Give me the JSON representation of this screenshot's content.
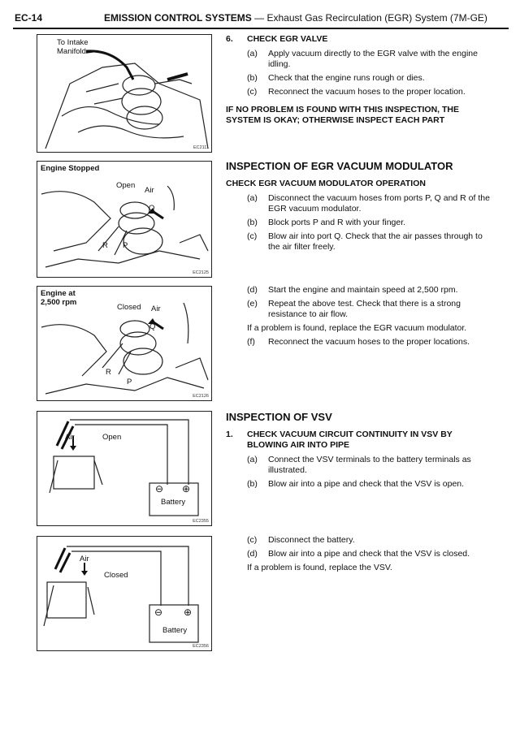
{
  "header": {
    "page_code": "EC-14",
    "section": "EMISSION CONTROL SYSTEMS",
    "dash": "—",
    "subsection": "Exhaust Gas Recirculation (EGR) System (7M-GE)"
  },
  "figures": [
    {
      "code": "EC2111",
      "labels": {
        "intake": "To Intake",
        "manifold": "Manifold"
      }
    },
    {
      "code": "EC2125",
      "title": "Engine Stopped",
      "labels": {
        "open": "Open",
        "air": "Air",
        "q": "Q",
        "r": "R",
        "p": "P"
      }
    },
    {
      "code": "EC2126",
      "title_line1": "Engine at",
      "title_line2": "2,500 rpm",
      "labels": {
        "closed": "Closed",
        "air": "Air",
        "q": "Q",
        "r": "R",
        "p": "P"
      }
    },
    {
      "code": "EC2355",
      "labels": {
        "air": "Air",
        "open": "Open",
        "minus": "⊖",
        "plus": "⊕",
        "battery": "Battery"
      }
    },
    {
      "code": "EC2356",
      "labels": {
        "air": "Air",
        "closed": "Closed",
        "minus": "⊖",
        "plus": "⊕",
        "battery": "Battery"
      }
    }
  ],
  "egr_valve": {
    "number": "6.",
    "title": "CHECK EGR VALVE",
    "steps": [
      {
        "m": "(a)",
        "t": "Apply vacuum directly to the EGR valve with the engine idling."
      },
      {
        "m": "(b)",
        "t": "Check that the engine runs rough or dies."
      },
      {
        "m": "(c)",
        "t": "Reconnect the vacuum hoses to the proper location."
      }
    ],
    "note": "IF NO PROBLEM IS FOUND WITH THIS INSPECTION, THE SYSTEM IS OKAY; OTHERWISE INSPECT EACH PART"
  },
  "modulator": {
    "heading": "INSPECTION OF EGR VACUUM MODULATOR",
    "subheading": "CHECK EGR VACUUM MODULATOR OPERATION",
    "steps1": [
      {
        "m": "(a)",
        "t": "Disconnect the vacuum hoses from ports P, Q and R of the EGR vacuum modulator."
      },
      {
        "m": "(b)",
        "t": "Block ports P and R with your finger."
      },
      {
        "m": "(c)",
        "t": "Blow air into port Q. Check that the air passes through to the air filter freely."
      }
    ],
    "steps2": [
      {
        "m": "(d)",
        "t": "Start the engine and maintain speed at 2,500 rpm."
      },
      {
        "m": "(e)",
        "t": "Repeat the above test. Check that there is a strong resistance to air flow."
      }
    ],
    "problem": "If a problem is found, replace the EGR vacuum modulator.",
    "step_f": {
      "m": "(f)",
      "t": "Reconnect the vacuum hoses to the proper locations."
    }
  },
  "vsv": {
    "heading": "INSPECTION OF VSV",
    "number": "1.",
    "title": "CHECK VACUUM CIRCUIT CONTINUITY IN VSV BY BLOWING AIR INTO PIPE",
    "steps1": [
      {
        "m": "(a)",
        "t": "Connect the VSV terminals to the battery terminals as illustrated."
      },
      {
        "m": "(b)",
        "t": "Blow air into a pipe and check that the VSV is open."
      }
    ],
    "steps2": [
      {
        "m": "(c)",
        "t": "Disconnect the battery."
      },
      {
        "m": "(d)",
        "t": "Blow air into a pipe and check that the VSV is closed."
      }
    ],
    "problem": "If a problem is found, replace the VSV."
  }
}
